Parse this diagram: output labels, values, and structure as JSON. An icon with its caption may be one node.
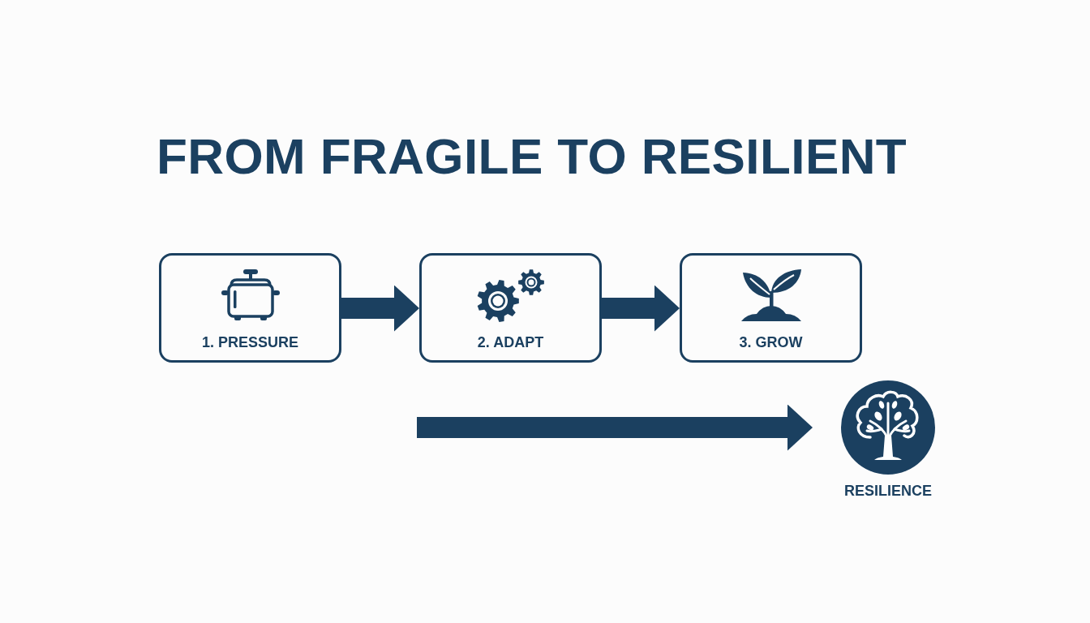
{
  "diagram": {
    "title": "FROM FRAGILE TO RESILIENT",
    "nodes": [
      {
        "text": [
          "1. PRESSURE"
        ]
      },
      {
        "text": [
          "2. ADAPT"
        ]
      },
      {
        "text": [
          "3. GROW"
        ]
      },
      {
        "text": [
          "RESILIENCE"
        ]
      }
    ],
    "edges": [
      {
        "from": 0,
        "to": 1,
        "arrow": "to"
      },
      {
        "from": 1,
        "to": 2,
        "arrow": "to"
      },
      {
        "from": null,
        "to": 3,
        "arrow": "to"
      }
    ]
  }
}
